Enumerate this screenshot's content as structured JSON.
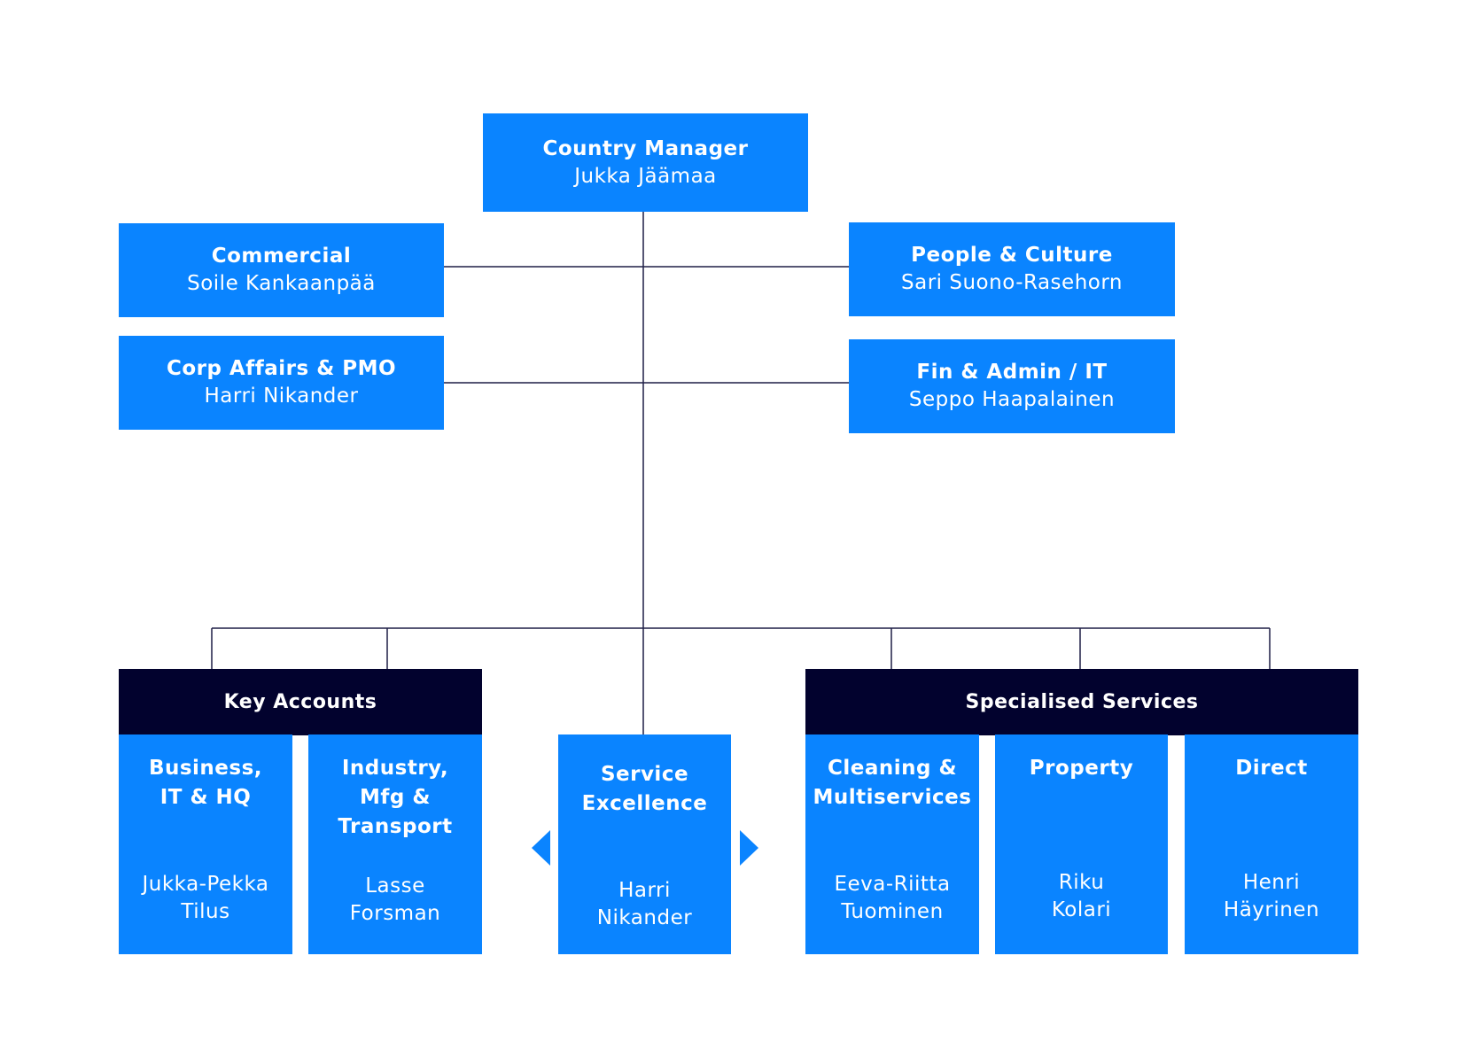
{
  "colors": {
    "box": "#0a84ff",
    "header": "#02022e",
    "line": "#1e1e46",
    "background": "#ffffff"
  },
  "country_manager": {
    "title": "Country Manager",
    "name": "Jukka Jäämaa"
  },
  "commercial": {
    "title": "Commercial",
    "name": "Soile Kankaanpää"
  },
  "corp_affairs": {
    "title": "Corp Affairs & PMO",
    "name": "Harri Nikander"
  },
  "people_culture": {
    "title": "People & Culture",
    "name": "Sari Suono-Rasehorn"
  },
  "fin_admin": {
    "title": "Fin & Admin / IT",
    "name": "Seppo Haapalainen"
  },
  "key_accounts": {
    "header": "Key Accounts",
    "units": [
      {
        "title": "Business,\nIT & HQ",
        "name": "Jukka-Pekka\nTilus"
      },
      {
        "title": "Industry,\nMfg &\nTransport",
        "name": "Lasse\nForsman"
      }
    ]
  },
  "service_excellence": {
    "title": "Service\nExcellence",
    "name": "Harri\nNikander",
    "left_arrow": "triangle-left-icon",
    "right_arrow": "triangle-right-icon"
  },
  "specialised_services": {
    "header": "Specialised Services",
    "units": [
      {
        "title": "Cleaning &\nMultiservices",
        "name": "Eeva-Riitta\nTuominen"
      },
      {
        "title": "Property",
        "name": "Riku\nKolari"
      },
      {
        "title": "Direct",
        "name": "Henri\nHäyrinen"
      }
    ]
  }
}
